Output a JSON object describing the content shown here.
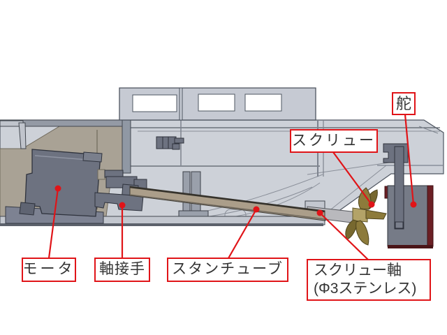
{
  "diagram": {
    "description": "CAD cross-section of a model boat stern drive train",
    "annotations": {
      "rudder": {
        "label": "舵"
      },
      "screw": {
        "label": "スクリュー"
      },
      "motor": {
        "label": "モータ"
      },
      "shaft_coupling": {
        "label": "軸接手"
      },
      "stern_tube": {
        "label": "スタンチューブ"
      },
      "screw_shaft": {
        "label_line1": "スクリュー軸",
        "label_line2": "(Φ3ステンレス)"
      }
    },
    "colors": {
      "background": "#ffffff",
      "annotation_red": "#e01418",
      "label_text": "#333333",
      "hull_light_gray": "#cdd1d8",
      "cabin_gray": "#c6cad3",
      "dark_part_gray": "#6d7280",
      "deck_beige": "#a9a295",
      "brass_tube_tan": "#ab9e8a",
      "stainless_shaft_gray": "#b9b9bd",
      "propeller_brass": "#8d7b3b",
      "rudder_blade_gray": "#767b87",
      "rudder_maroon": "#6b1f24"
    }
  }
}
